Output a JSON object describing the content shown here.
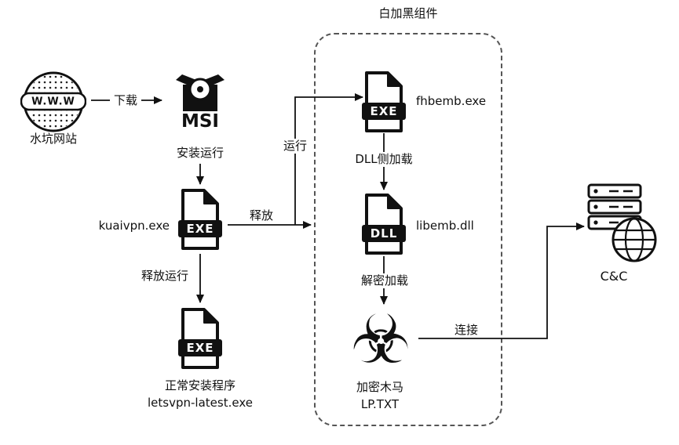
{
  "title_group": "白加黑组件",
  "nodes": {
    "watering_hole": {
      "banner": "W.W.W",
      "label": "水坑网站"
    },
    "msi": {
      "text": "MSI"
    },
    "kuaivpn": {
      "text": "EXE",
      "label": "kuaivpn.exe"
    },
    "letsvpn": {
      "text": "EXE",
      "label1": "正常安装程序",
      "label2": "letsvpn-latest.exe"
    },
    "fhbemb": {
      "text": "EXE",
      "label": "fhbemb.exe"
    },
    "libemb": {
      "text": "DLL",
      "label": "libemb.dll"
    },
    "trojan": {
      "symbol": "☣",
      "label1": "加密木马",
      "label2": "LP.TXT"
    },
    "cnc": {
      "label": "C&C"
    }
  },
  "edges": {
    "download": "下载",
    "install_run": "安装运行",
    "run": "运行",
    "release": "释放",
    "release_run": "释放运行",
    "dll_sideload": "DLL侧加载",
    "decrypt_load": "解密加载",
    "connect": "连接"
  },
  "colors": {
    "ink": "#111111",
    "background": "#ffffff"
  }
}
